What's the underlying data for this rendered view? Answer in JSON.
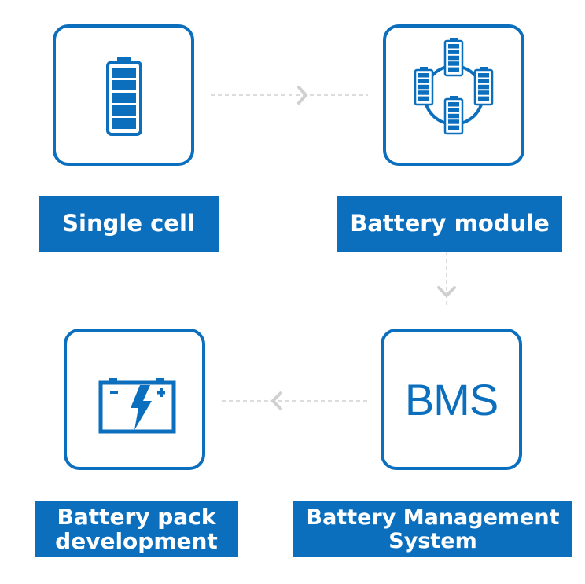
{
  "diagram": {
    "type": "process-flow",
    "colors": {
      "primary": "#0B6FBE",
      "label_text": "#ffffff",
      "connector": "#d0d0d0",
      "background": "#ffffff"
    },
    "nodes": [
      {
        "id": "single-cell",
        "icon": "battery-icon",
        "label": "Single cell"
      },
      {
        "id": "battery-module",
        "icon": "battery-module-icon",
        "label": "Battery module"
      },
      {
        "id": "bms",
        "icon": "bms-text-icon",
        "icon_text": "BMS",
        "label_line1": "Battery Management",
        "label_line2": "System"
      },
      {
        "id": "battery-pack",
        "icon": "car-battery-icon",
        "label_line1": "Battery pack",
        "label_line2": "development"
      }
    ],
    "edges": [
      {
        "from": "single-cell",
        "to": "battery-module",
        "direction": "right",
        "style": "dashed-arrow"
      },
      {
        "from": "battery-module",
        "to": "bms",
        "direction": "down",
        "style": "dashed-arrow"
      },
      {
        "from": "bms",
        "to": "battery-pack",
        "direction": "left",
        "style": "dashed-arrow"
      }
    ],
    "battery_icon_terminal_minus": "-",
    "battery_icon_terminal_plus": "+"
  }
}
